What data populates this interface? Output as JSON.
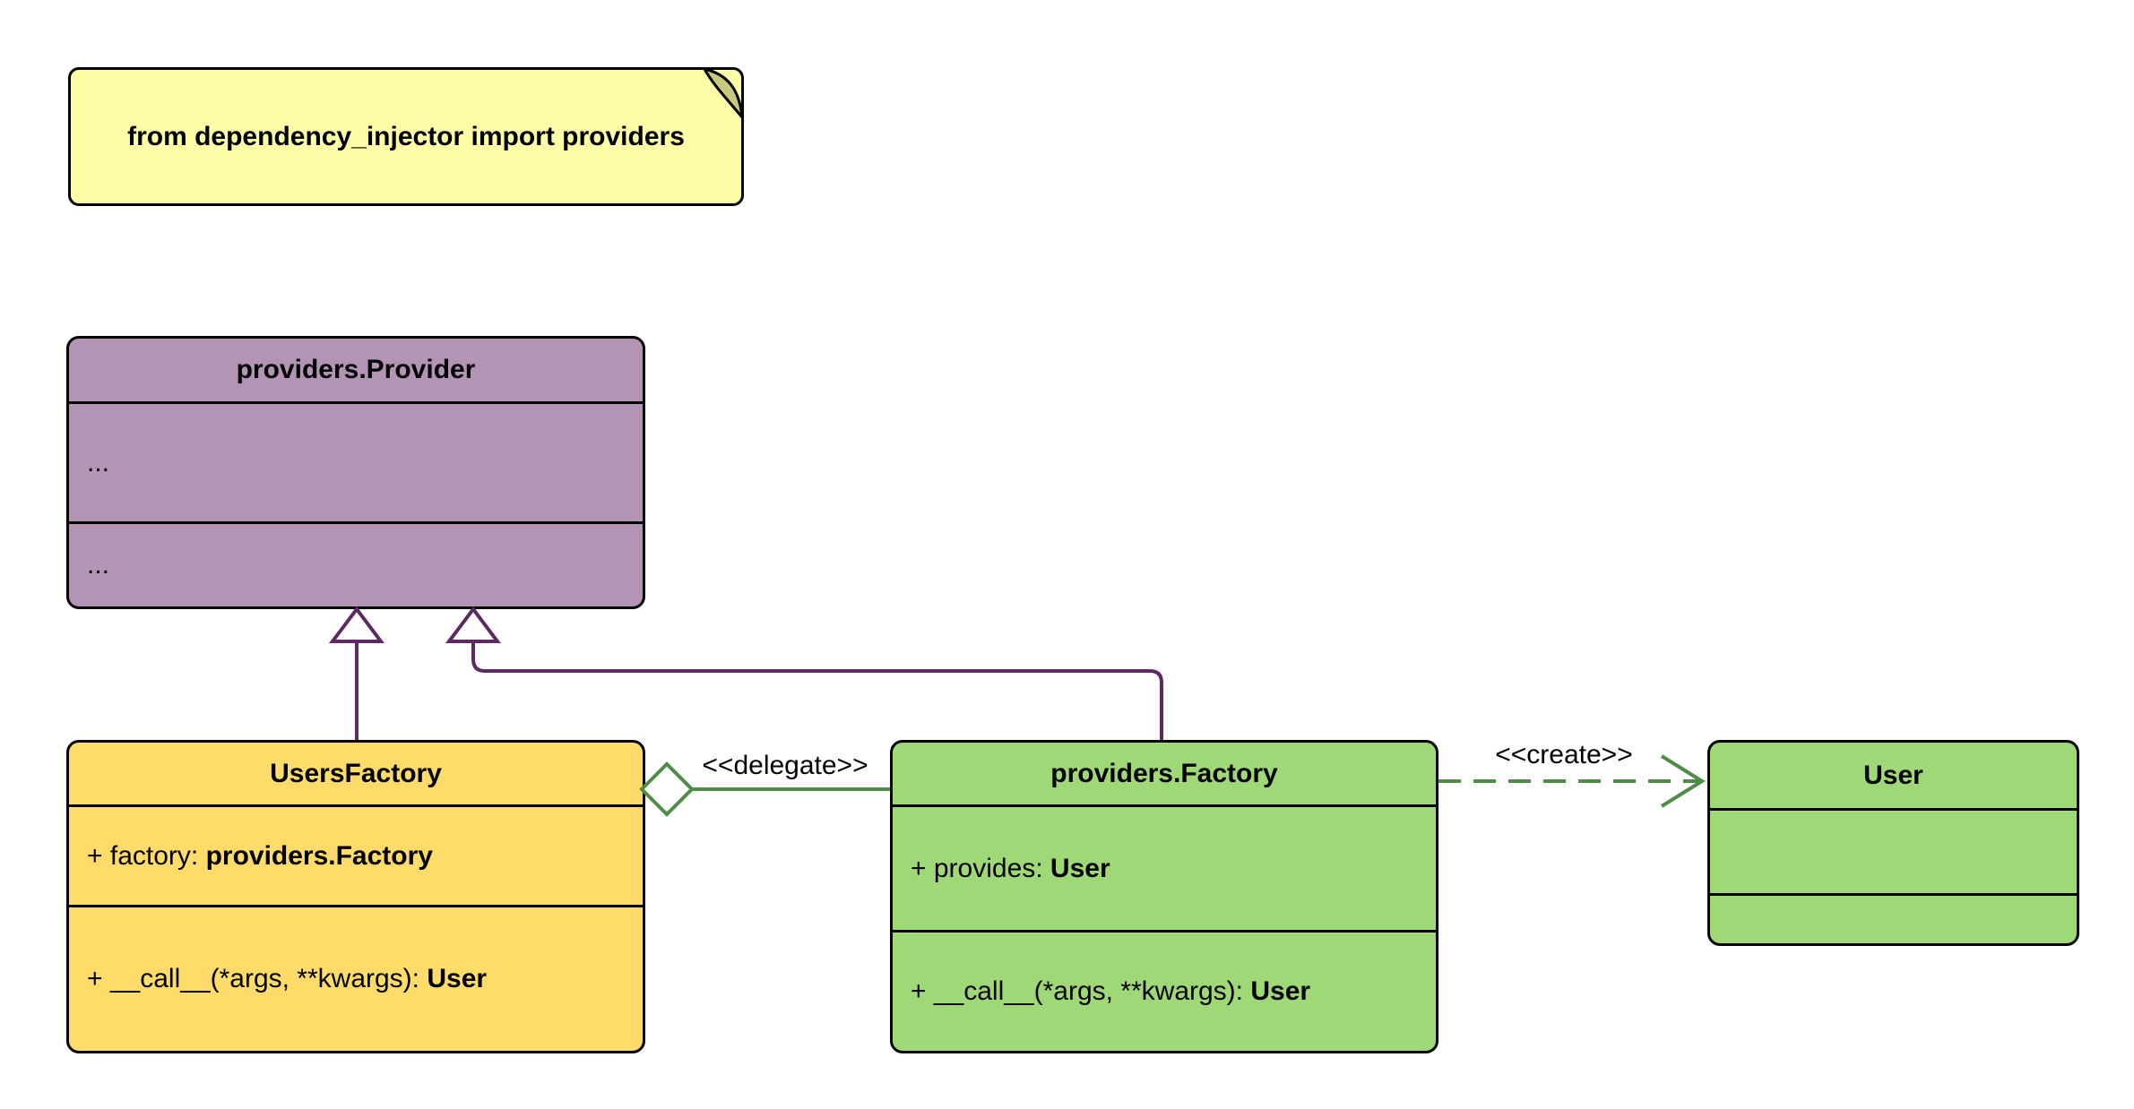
{
  "diagram": {
    "note": {
      "text": "from dependency_injector import providers"
    },
    "classes": {
      "provider": {
        "title": "providers.Provider",
        "attr_ellipsis": "...",
        "method_ellipsis": "..."
      },
      "users_factory": {
        "title": "UsersFactory",
        "attr_prefix": "+ factory: ",
        "attr_type": "providers.Factory",
        "method_prefix": "+ __call__(*args, **kwargs): ",
        "method_type": "User"
      },
      "factory": {
        "title": "providers.Factory",
        "attr_prefix": "+ provides: ",
        "attr_type": "User",
        "method_prefix": "+ __call__(*args, **kwargs): ",
        "method_type": "User"
      },
      "user": {
        "title": "User"
      }
    },
    "edges": {
      "delegate_label": "<<delegate>>",
      "create_label": "<<create>>"
    },
    "colors": {
      "note_fill": "#FDFDA7",
      "note_fold": "#C9C97E",
      "provider_fill": "#B394B4",
      "users_factory_fill": "#FFDB69",
      "factory_fill": "#9FD876",
      "user_fill": "#9FD876",
      "inheritance_edge": "#5E2A64",
      "delegate_edge": "#4E8C47",
      "create_edge": "#4E8C47",
      "border": "#000000"
    }
  }
}
